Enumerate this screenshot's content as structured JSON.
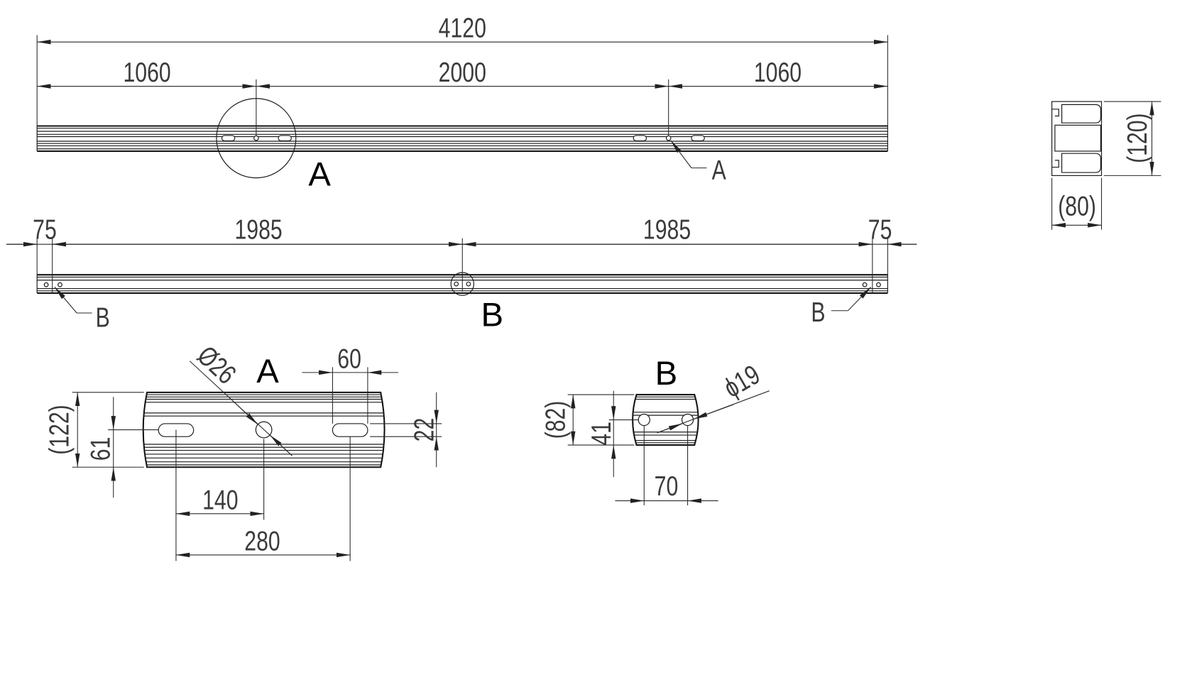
{
  "top_view": {
    "overall_length": "4120",
    "left_spacing": "1060",
    "middle_spacing": "2000",
    "right_spacing": "1060",
    "detail_callout": "A",
    "detail_leader": "A"
  },
  "side_view": {
    "left_end": "75",
    "left_span": "1985",
    "right_span": "1985",
    "right_end": "75",
    "detail_callout": "B",
    "left_leader": "B",
    "right_leader": "B"
  },
  "profile": {
    "height": "(120)",
    "width": "(80)"
  },
  "detail_a": {
    "title": "A",
    "hole_diameter": "Ø26",
    "slot_length": "60",
    "height": "(122)",
    "hole_offset": "61",
    "slot_width": "22",
    "hole_to_slot": "140",
    "slot_spacing": "280"
  },
  "detail_b": {
    "title": "B",
    "hole_diameter": "ϕ19",
    "height": "(82)",
    "hole_offset": "41",
    "hole_spacing": "70"
  }
}
